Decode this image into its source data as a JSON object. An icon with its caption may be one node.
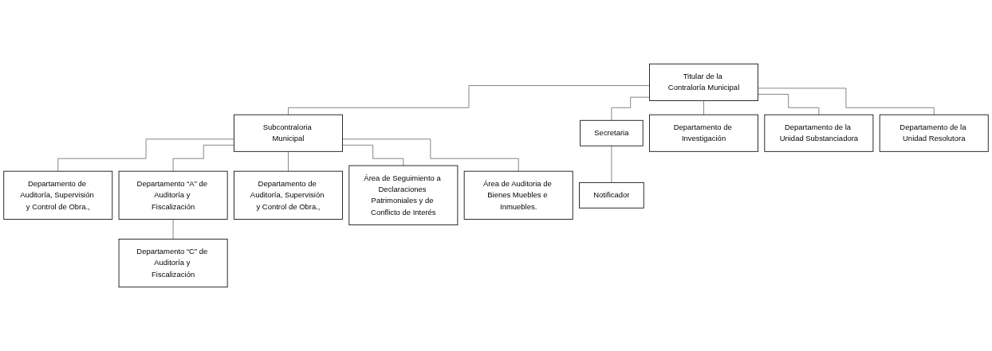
{
  "diagram": {
    "nodes": [
      {
        "text": [
          "Titular de la Contraloría Municipal"
        ]
      },
      {
        "text": [
          "Secretaria"
        ]
      },
      {
        "text": [
          "Subcontraloria Municipal"
        ]
      },
      {
        "text": [
          "Departamento de Auditoría, Supervisión y Control de Obra.,"
        ]
      },
      {
        "text": [
          "Departamento “A” de Auditoría y Fiscalización"
        ]
      },
      {
        "text": [
          "Departamento de Auditoría, Supervisión y Control de Obra.,"
        ]
      },
      {
        "text": [
          "Área de Seguimiento a Declaraciones Patrimoniales y de Conflicto de Interés"
        ]
      },
      {
        "text": [
          "Área de Auditoria de Bienes Muebles e Inmuebles."
        ]
      },
      {
        "text": [
          "Notificador"
        ]
      },
      {
        "text": [
          "Departamento “C” de Auditoría y Fiscalización"
        ]
      },
      {
        "text": [
          "Departamento de Investigación"
        ]
      },
      {
        "text": [
          "Departamento de la Unidad Substanciadora"
        ]
      },
      {
        "text": [
          "Departamento de la Unidad Resolutora"
        ]
      }
    ],
    "edges": [
      {
        "from": 0,
        "to": 1,
        "arrow": "none"
      },
      {
        "from": 0,
        "to": 2,
        "arrow": "none"
      },
      {
        "from": 2,
        "to": 3,
        "arrow": "none"
      },
      {
        "from": 2,
        "to": 4,
        "arrow": "none"
      },
      {
        "from": 2,
        "to": 5,
        "arrow": "none"
      },
      {
        "from": 2,
        "to": 6,
        "arrow": "none"
      },
      {
        "from": 2,
        "to": 7,
        "arrow": "none"
      },
      {
        "from": 1,
        "to": 8,
        "arrow": "none"
      },
      {
        "from": 4,
        "to": 9,
        "arrow": "none"
      },
      {
        "from": 0,
        "to": 10,
        "arrow": "none"
      },
      {
        "from": 0,
        "to": 11,
        "arrow": "none"
      },
      {
        "from": 0,
        "to": 12,
        "arrow": "none"
      }
    ]
  }
}
